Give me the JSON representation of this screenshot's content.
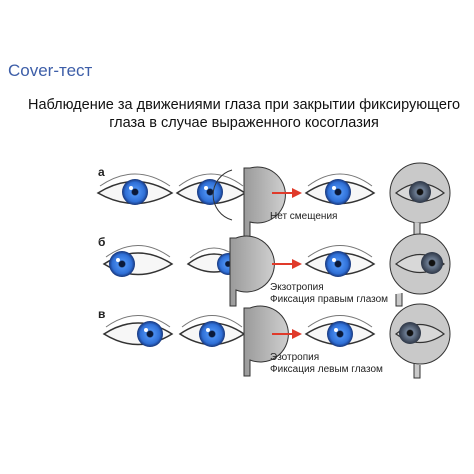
{
  "title": "Cover-тест",
  "subtitle": {
    "line1": "Наблюдение за движениями глаза при закрытии фиксирующего",
    "line2": "глаза в случае выраженного косоглазия"
  },
  "rows": [
    {
      "label": "а",
      "caption": [
        "Нет смещения"
      ]
    },
    {
      "label": "б",
      "caption": [
        "Экзотропия",
        "Фиксация правым глазом"
      ]
    },
    {
      "label": "в",
      "caption": [
        "Эзотропия",
        "Фиксация левым глазом"
      ]
    }
  ],
  "colors": {
    "title": "#3d5ea8",
    "iris": "#2f6fd6",
    "iris_dark": "#1b3f8f",
    "arrow": "#e03a2a",
    "occluder": "#bdbdbd",
    "occluder_dark": "#8a8a8a"
  }
}
